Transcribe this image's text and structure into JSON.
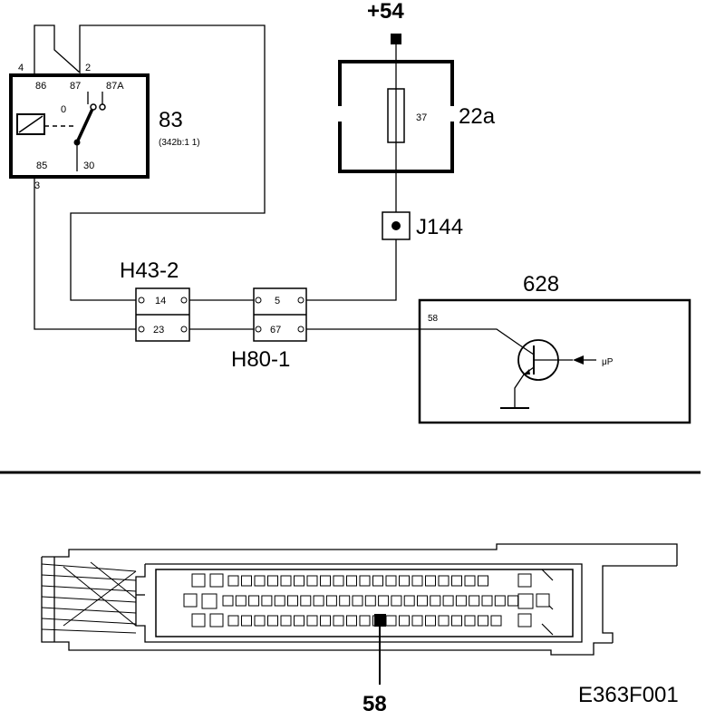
{
  "relay": {
    "id": "83",
    "sub": "(342b:1 1)",
    "pins": {
      "p4": "4",
      "p2": "2",
      "p86": "86",
      "p87": "87",
      "p87a": "87A",
      "p0": "0",
      "p85": "85",
      "p30": "30",
      "p3": "3"
    }
  },
  "power": {
    "label": "+54"
  },
  "fuse": {
    "id": "22a",
    "value": "37"
  },
  "junction": {
    "id": "J144"
  },
  "connector_h43": {
    "id": "H43-2",
    "pin_top": "14",
    "pin_bottom": "23"
  },
  "connector_h80": {
    "id": "H80-1",
    "pin_top": "5",
    "pin_bottom": "67"
  },
  "module": {
    "id": "628",
    "pin": "58",
    "mp_label": "μP"
  },
  "ecu_connector": {
    "pin_callout": "58"
  },
  "figure_code": "E363F001"
}
